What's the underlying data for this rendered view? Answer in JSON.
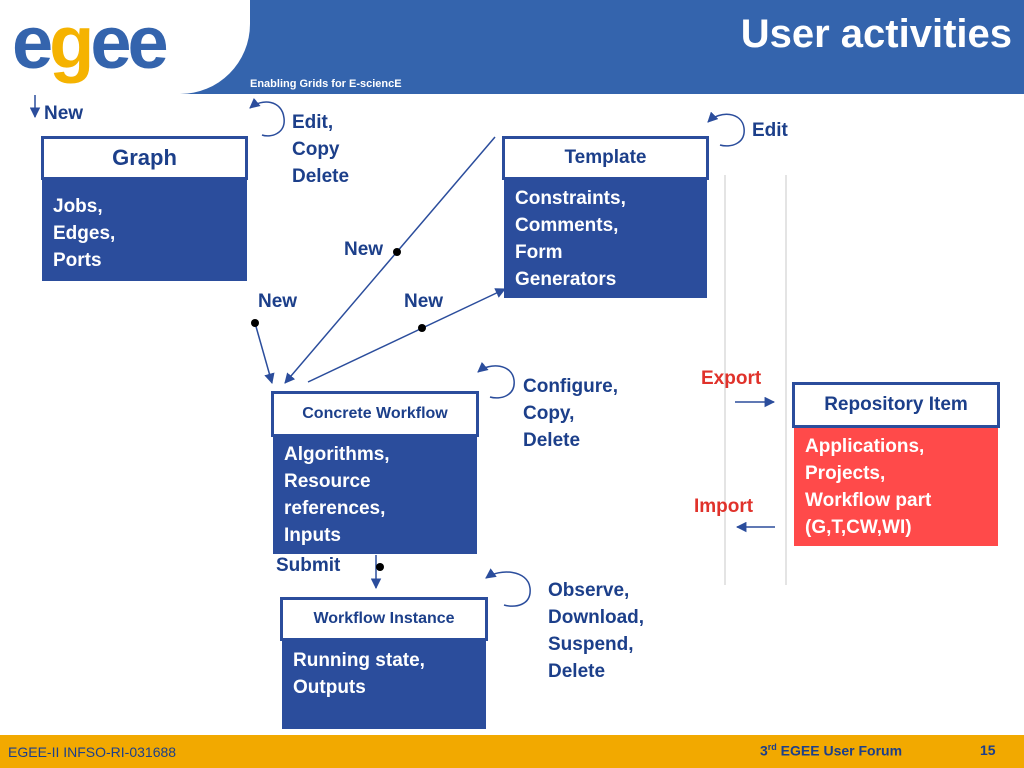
{
  "header": {
    "title": "User activities",
    "logo_parts": [
      "e",
      "g",
      "ee"
    ],
    "tagline": "Enabling Grids for E-sciencE"
  },
  "footer": {
    "left": "EGEE-II INFSO-RI-031688",
    "forum_prefix": "3",
    "forum_sup": "rd",
    "forum_rest": " EGEE User Forum",
    "page": "15"
  },
  "boxes": {
    "graph": {
      "title": "Graph",
      "body": "Jobs,\nEdges,\nPorts"
    },
    "template": {
      "title": "Template",
      "body": "Constraints,\nComments,\nForm\nGenerators"
    },
    "concrete": {
      "title": "Concrete Workflow",
      "body": "Algorithms,\nResource\nreferences,\nInputs"
    },
    "instance": {
      "title": "Workflow Instance",
      "body": "Running state,\nOutputs"
    },
    "repository": {
      "title": "Repository Item",
      "body": "Applications,\nProjects,\nWorkflow part\n(G,T,CW,WI)"
    }
  },
  "labels": {
    "new_top": "New",
    "graph_ops": "Edit,\nCopy\nDelete",
    "template_ops": "Edit",
    "new_mid": "New",
    "new_left": "New",
    "new_right": "New",
    "concrete_ops": "Configure,\nCopy,\nDelete",
    "submit": "Submit",
    "instance_ops": "Observe,\nDownload,\nSuspend,\nDelete",
    "export": "Export",
    "import": "Import"
  },
  "colors": {
    "header_blue": "#3464ad",
    "box_blue": "#2b4d9c",
    "repository_red": "#ff4a4a",
    "footer_orange": "#f2a900",
    "label_red": "#e0322b"
  }
}
